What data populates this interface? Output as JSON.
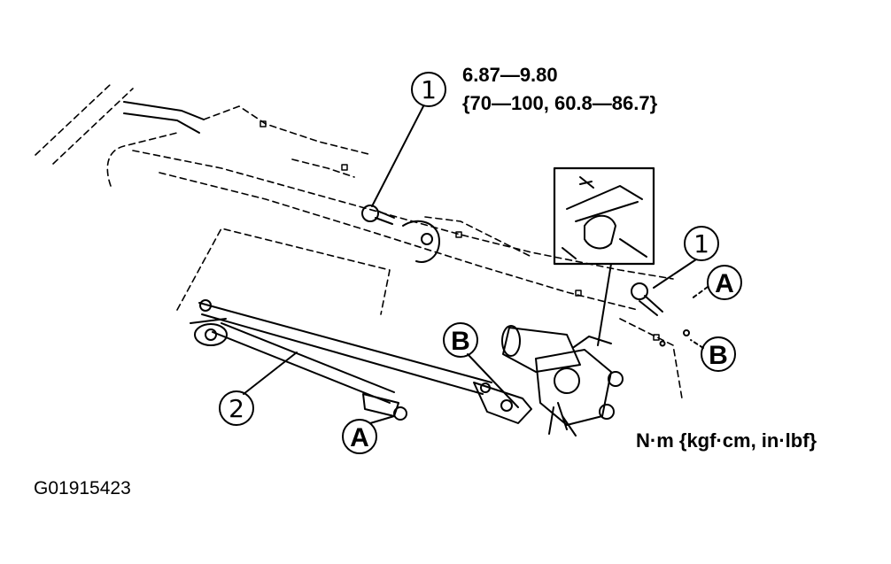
{
  "torque_spec": {
    "primary": "6.87—9.80",
    "secondary": "{70—100, 60.8—86.7}"
  },
  "units_note": "N·m {kgf·cm, in·lbf}",
  "figure_id": "G01915423",
  "callouts": {
    "bolt_top": "1",
    "bolt_right": "1",
    "linkage": "2",
    "ref_a_right": "A",
    "ref_b_right": "B",
    "ref_b_motor": "B",
    "ref_a_bottom": "A"
  },
  "colors": {
    "ink": "#000000",
    "paper": "#ffffff"
  }
}
